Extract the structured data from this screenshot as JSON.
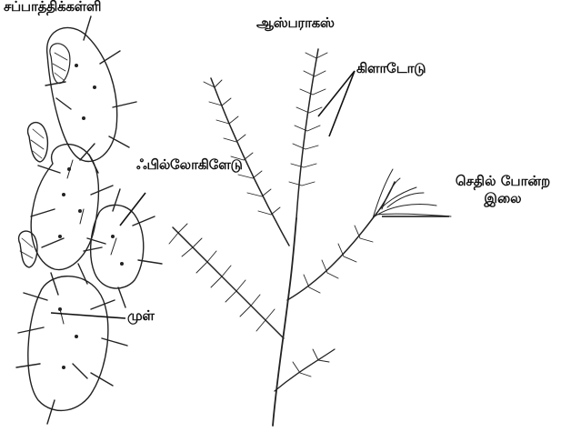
{
  "labels": {
    "opuntia_title": "சப்பாத்திக்கள்ளி",
    "asparagus_title": "ஆஸ்பராகஸ்",
    "cladode": "கிளாடோடு",
    "phylloclade": "ஃபில்லோகிளேடு",
    "scale_leaf_line1": "செதில் போன்ற",
    "scale_leaf_line2": "இலை",
    "spine": "முள்"
  },
  "colors": {
    "ink": "#222222",
    "background": "#ffffff"
  }
}
